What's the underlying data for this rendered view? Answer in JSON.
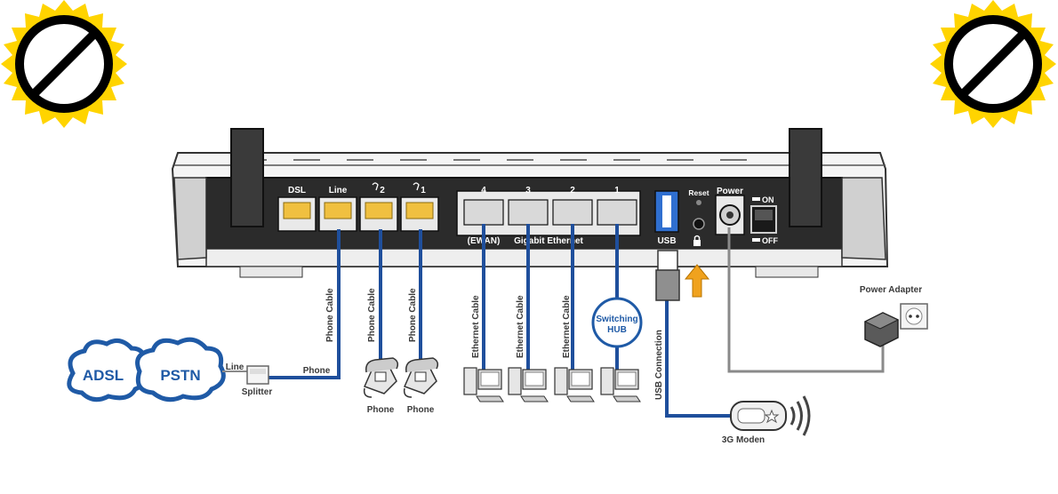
{
  "colors": {
    "cable_blue": "#1f4f9c",
    "cable_gray": "#8a8a8a",
    "router_dark": "#2b2b2b",
    "router_light": "#f2f2f2",
    "badge_yellow": "#ffd400",
    "arrow_orange": "#f0a21e"
  },
  "router": {
    "ports": {
      "dsl": "DSL",
      "line": "Line",
      "phone2": "2",
      "phone1": "1",
      "lan4": "4",
      "lan3": "3",
      "lan2": "2",
      "lan1": "1",
      "ewan": "(EWAN)",
      "gigabit": "Gigabit Ethernet",
      "usb": "USB",
      "reset": "Reset",
      "power": "Power",
      "on": "ON",
      "off": "OFF"
    }
  },
  "cables": {
    "phone_cable": "Phone Cable",
    "ethernet_cable": "Ethernet Cable",
    "usb_connection": "USB Connection"
  },
  "devices": {
    "adsl": "ADSL",
    "pstn": "PSTN",
    "line": "Line",
    "splitter": "Splitter",
    "phone_link": "Phone",
    "phone_a": "Phone",
    "phone_b": "Phone",
    "hub_line1": "Switching",
    "hub_line2": "HUB",
    "modem": "3G Moden",
    "power_adapter": "Power Adapter"
  },
  "icons": {
    "badge_left": "prohibited-icon",
    "badge_right": "prohibited-icon",
    "phone": "telephone-icon",
    "computer": "desktop-computer-icon",
    "wireless": "wireless-signal-icon",
    "lock": "lock-icon"
  }
}
